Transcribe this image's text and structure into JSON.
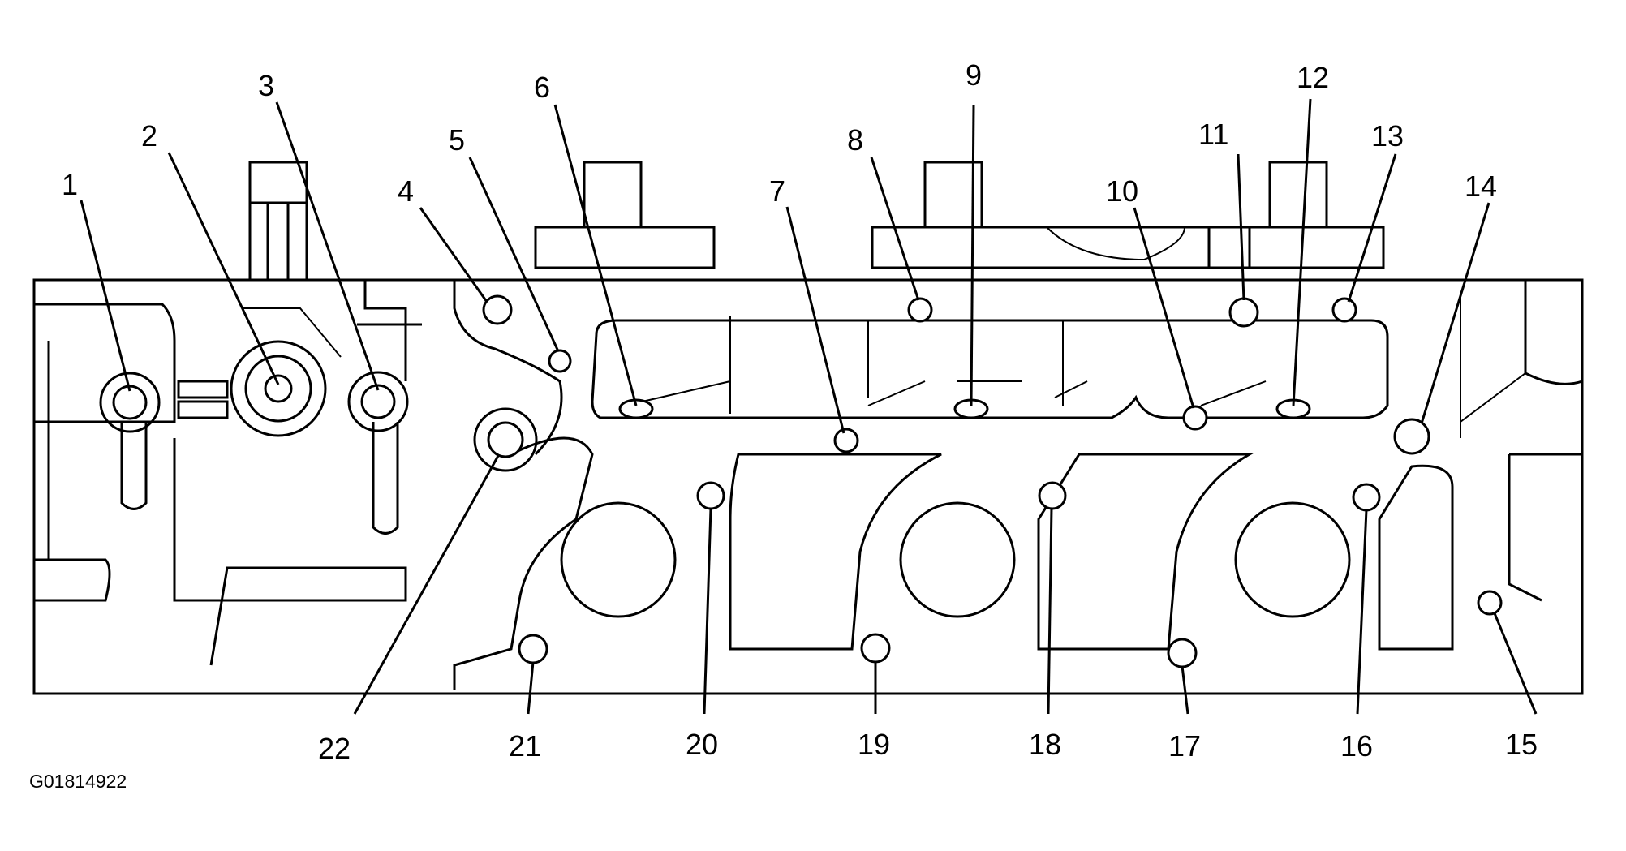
{
  "figure_id": "G01814922",
  "callouts": [
    "1",
    "2",
    "3",
    "4",
    "5",
    "6",
    "7",
    "8",
    "9",
    "10",
    "11",
    "12",
    "13",
    "14",
    "15",
    "16",
    "17",
    "18",
    "19",
    "20",
    "21",
    "22"
  ]
}
